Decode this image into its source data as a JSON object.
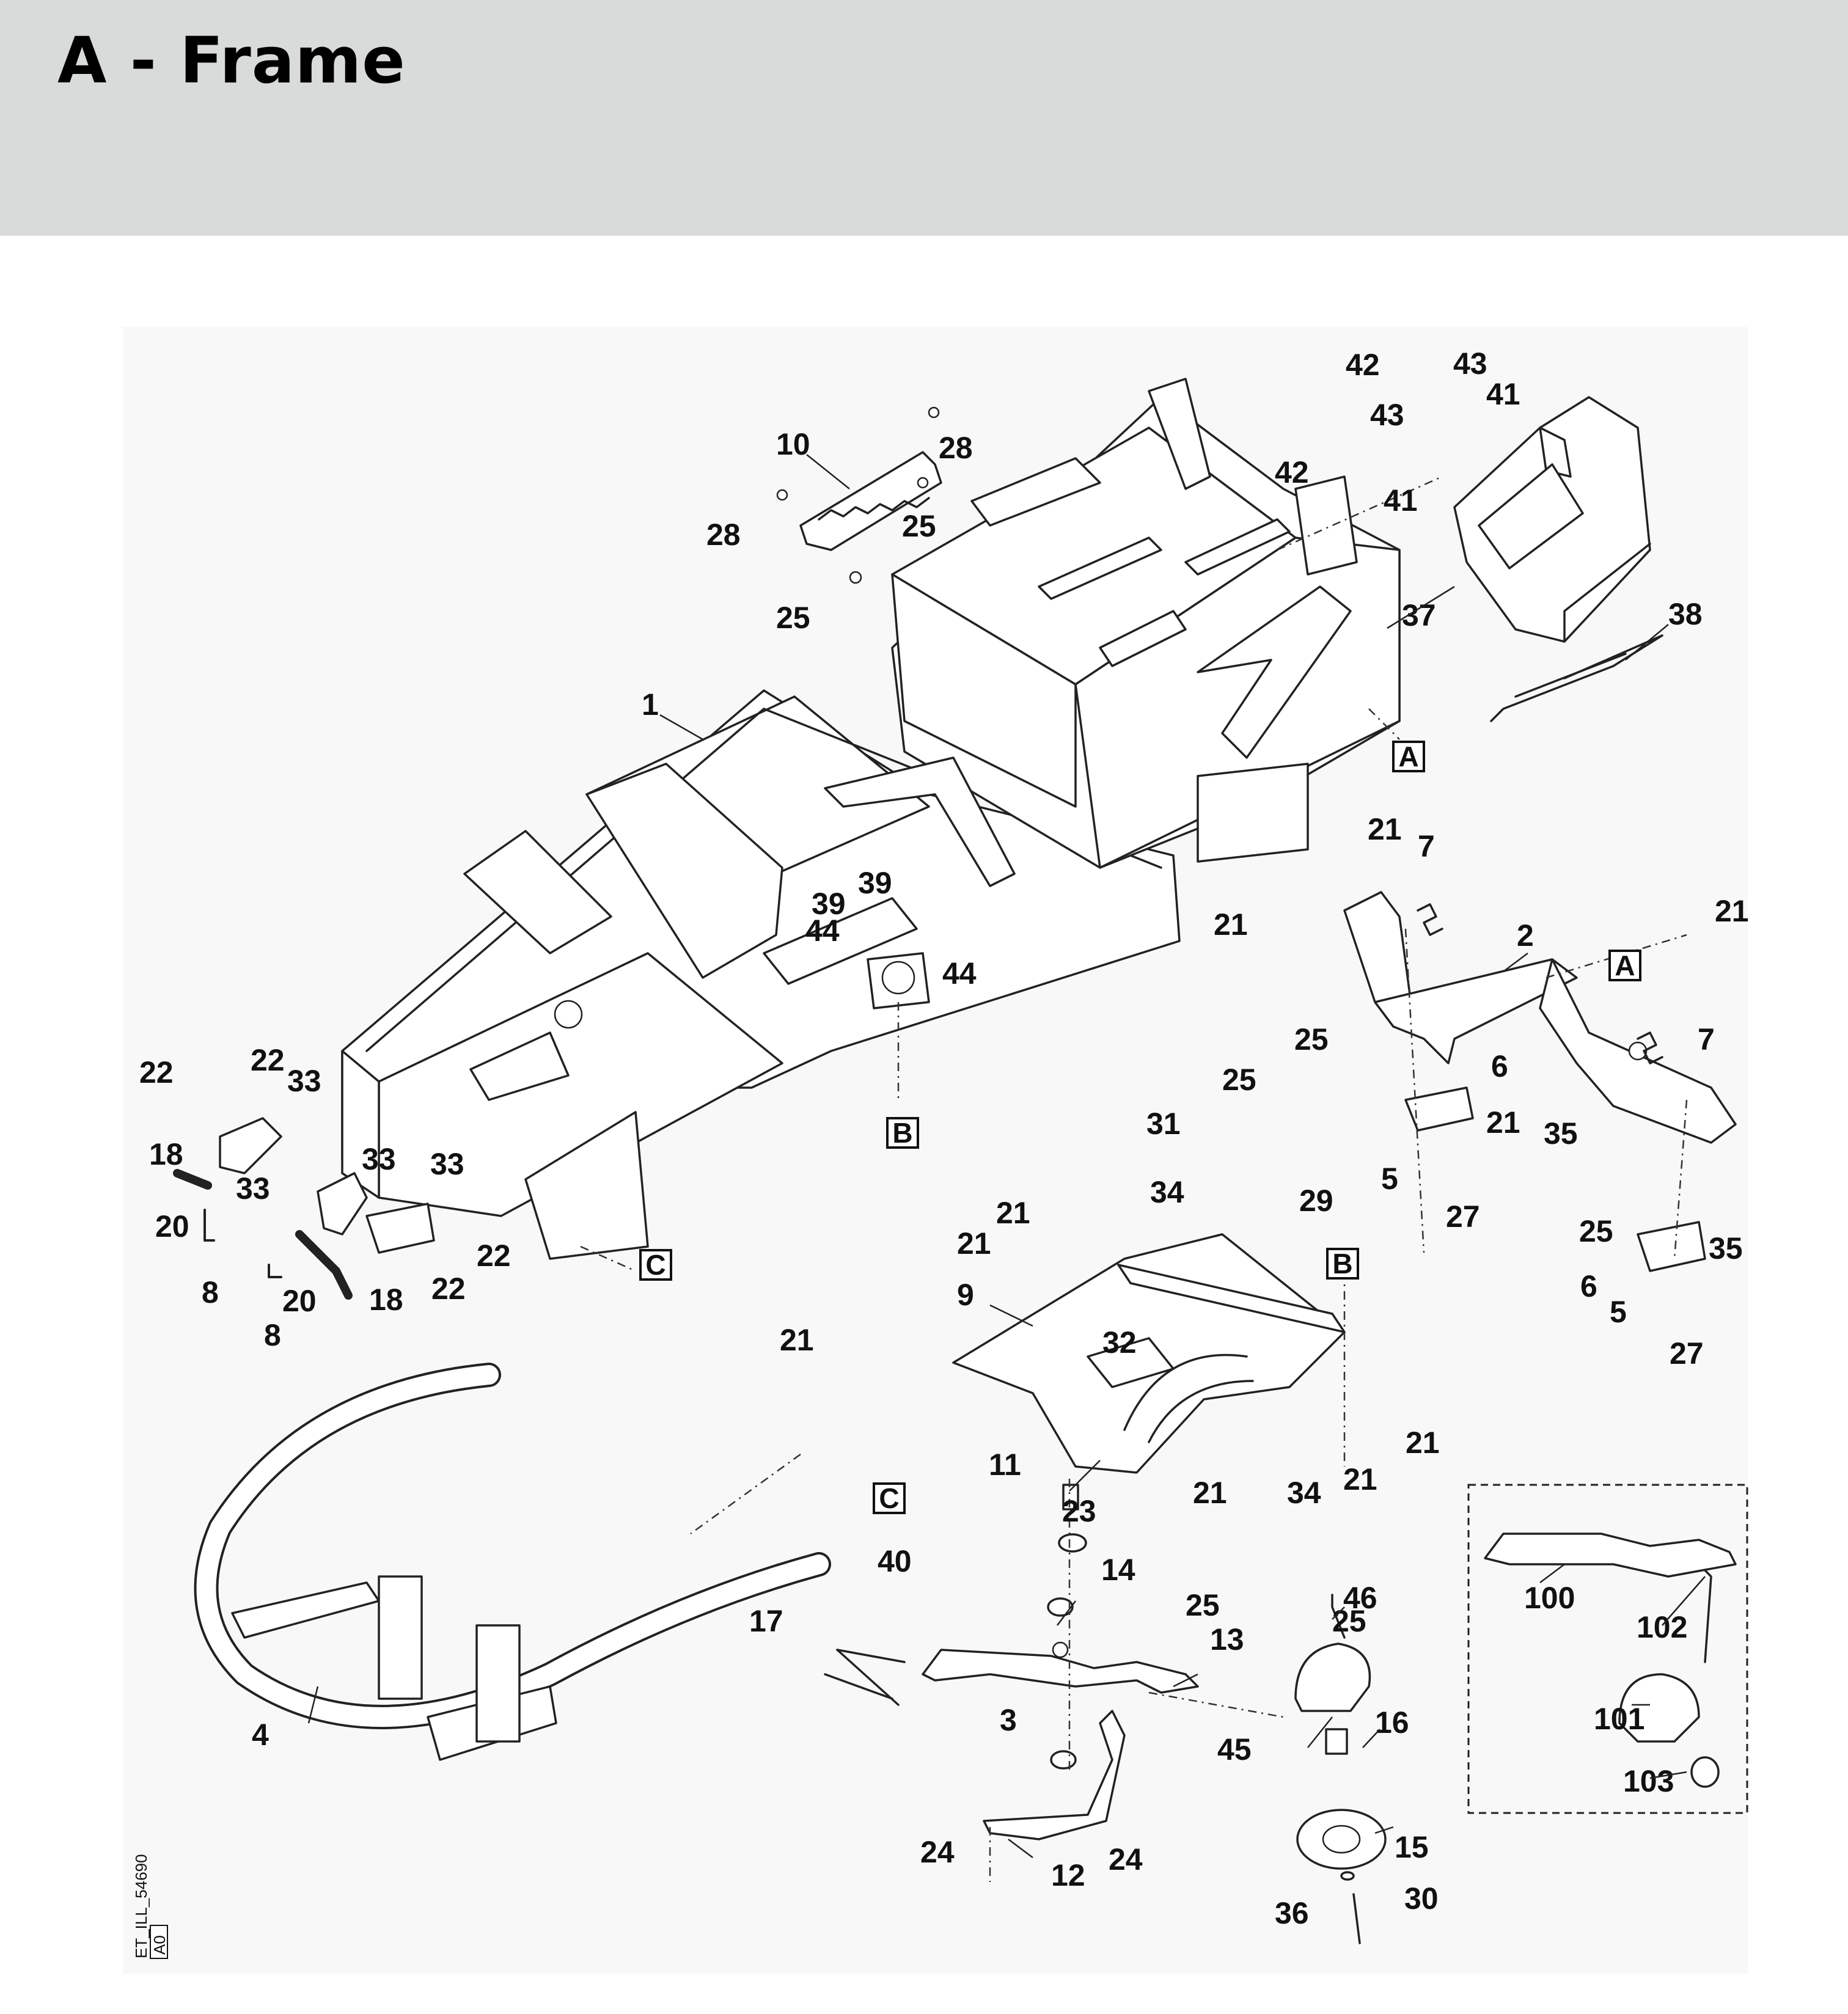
{
  "header": {
    "title": "A - Frame"
  },
  "document_code": "ET_ILL_54690",
  "revision": "A0",
  "ref_boxes": [
    "A",
    "A",
    "B",
    "B",
    "C",
    "C"
  ],
  "callouts": [
    "1",
    "2",
    "3",
    "4",
    "5",
    "5",
    "6",
    "6",
    "7",
    "7",
    "8",
    "8",
    "9",
    "10",
    "11",
    "12",
    "13",
    "14",
    "15",
    "16",
    "17",
    "18",
    "18",
    "20",
    "20",
    "21",
    "21",
    "21",
    "21",
    "21",
    "21",
    "21",
    "21",
    "21",
    "21",
    "22",
    "22",
    "22",
    "22",
    "23",
    "24",
    "24",
    "25",
    "25",
    "25",
    "25",
    "25",
    "25",
    "25",
    "27",
    "27",
    "28",
    "28",
    "29",
    "30",
    "31",
    "32",
    "33",
    "33",
    "33",
    "33",
    "34",
    "34",
    "35",
    "35",
    "36",
    "37",
    "38",
    "39",
    "39",
    "40",
    "41",
    "41",
    "42",
    "42",
    "43",
    "43",
    "44",
    "44",
    "45",
    "46",
    "100",
    "101",
    "102",
    "103"
  ]
}
